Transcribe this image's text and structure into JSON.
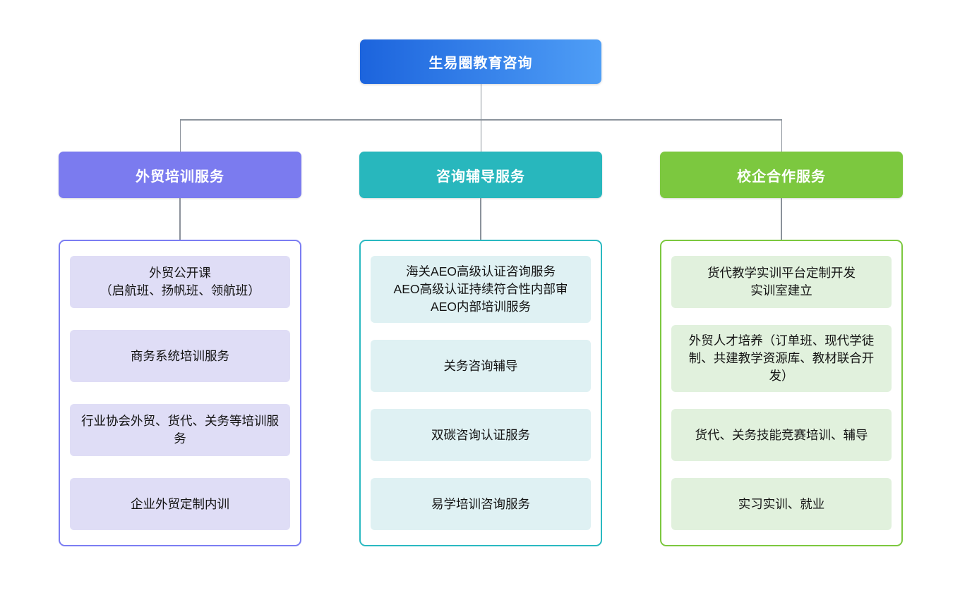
{
  "root": {
    "label": "生易圈教育咨询",
    "gradient_left": "#1c64dd",
    "gradient_right": "#4f9ef6"
  },
  "connector_color": "#8b929b",
  "columns": [
    {
      "header": "外贸培训服务",
      "header_bg": "#7b7bef",
      "accent": "#7b7df2",
      "item_bg": "#dfddf6",
      "items": [
        "外贸公开课\n（启航班、扬帆班、领航班）",
        "商务系统培训服务",
        "行业协会外贸、货代、关务等培训服务",
        "企业外贸定制内训"
      ]
    },
    {
      "header": "咨询辅导服务",
      "header_bg": "#28b7bd",
      "accent": "#2ab9c1",
      "item_bg": "#dff1f3",
      "items": [
        "海关AEO高级认证咨询服务\nAEO高级认证持续符合性内部审\nAEO内部培训服务",
        "关务咨询辅导",
        "双碳咨询认证服务",
        "易学培训咨询服务"
      ]
    },
    {
      "header": "校企合作服务",
      "header_bg": "#7cc83f",
      "accent": "#7cc83f",
      "item_bg": "#e1f1dd",
      "items": [
        "货代教学实训平台定制开发\n实训室建立",
        "外贸人才培养（订单班、现代学徒制、共建教学资源库、教材联合开发）",
        "货代、关务技能竞赛培训、辅导",
        "实习实训、就业"
      ]
    }
  ]
}
